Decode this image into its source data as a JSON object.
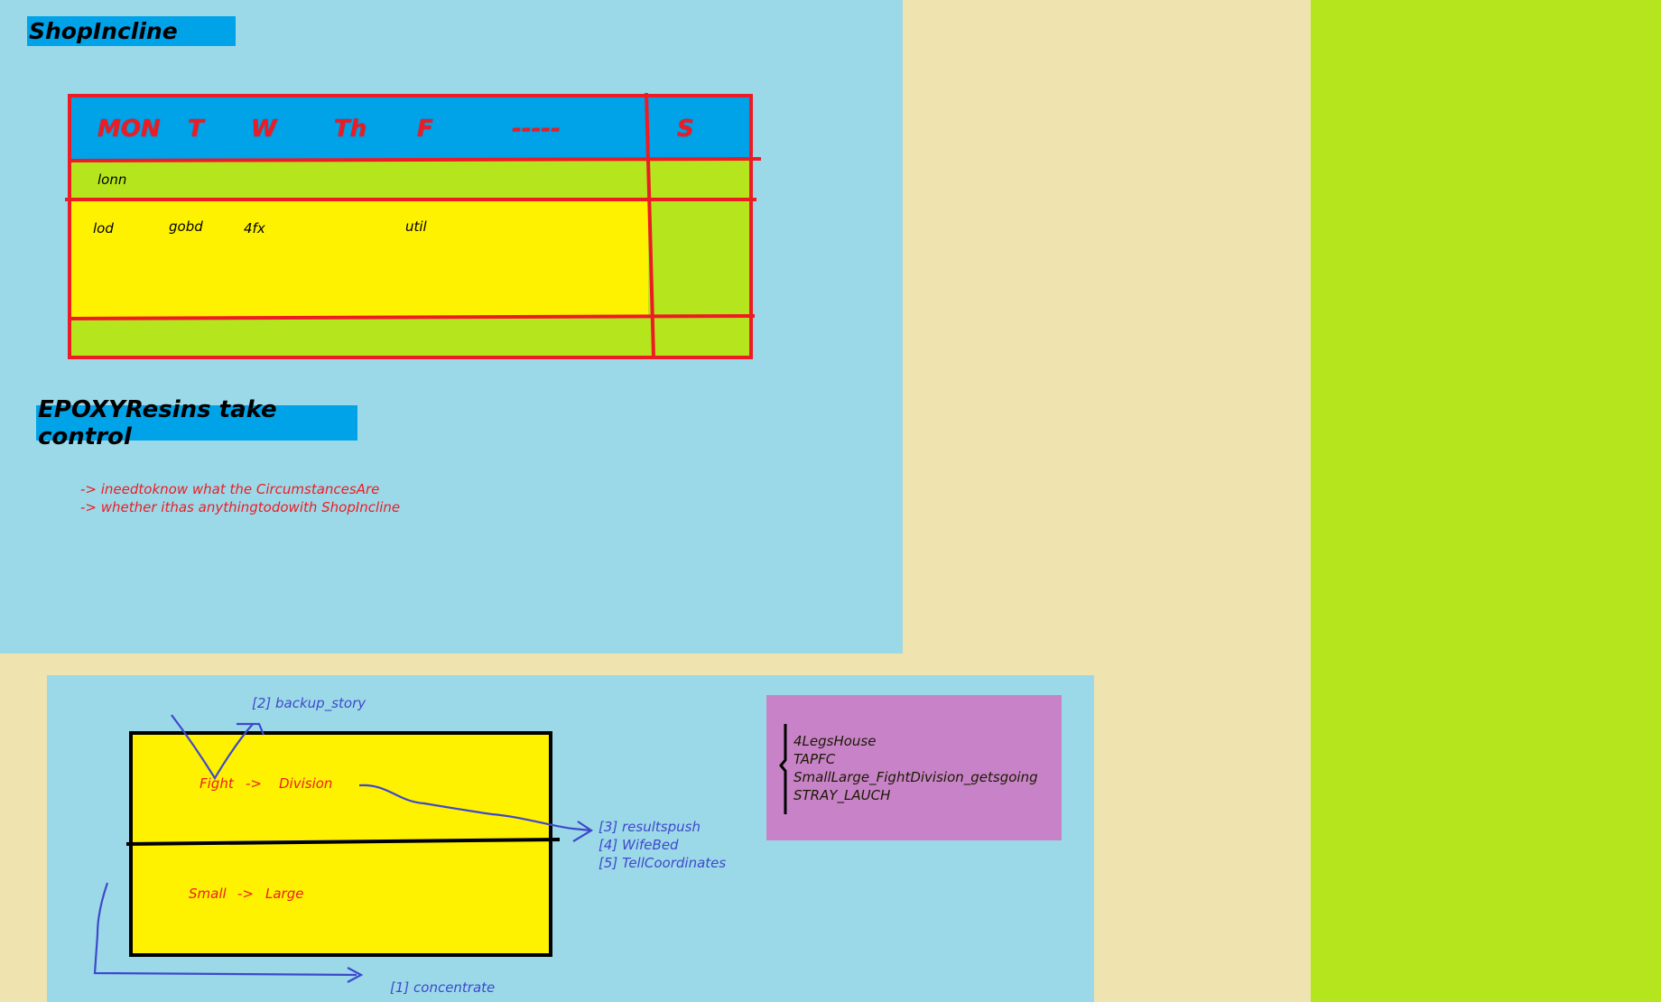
{
  "colors": {
    "background": "#efe3b0",
    "panel_blue": "#9bd9e8",
    "title_blue": "#00a2e8",
    "lime": "#b5e61d",
    "yellow": "#fff200",
    "red": "#ed1c24",
    "blue_ink": "#3f48cc",
    "pink": "#c882c8"
  },
  "section1": {
    "title": "ShopIncline",
    "schedule": {
      "days": [
        "MON",
        "T",
        "W",
        "Th",
        "F",
        "-----",
        "S"
      ],
      "row1": [
        "lonn"
      ],
      "row2": [
        "lod",
        "gobd",
        "4fx",
        "util"
      ]
    }
  },
  "section2": {
    "title": "EPOXYResins take control",
    "notes": [
      "-> ineedtoknow what the CircumstancesAre",
      "-> whether ithas anythingtodowith ShopIncline"
    ]
  },
  "diagram": {
    "top_label": "[2] backup_story",
    "fight_row": {
      "from": "Fight",
      "arrow": "->",
      "to": "Division"
    },
    "small_row": {
      "from": "Small",
      "arrow": "->",
      "to": "Large"
    },
    "right_labels": [
      "[3] resultspush",
      "[4] WifeBed",
      "[5] TellCoordinates"
    ],
    "bottom_label": "[1] concentrate"
  },
  "sidebox": {
    "items": [
      "4LegsHouse",
      "TAPFC",
      "SmallLarge_FightDivision_getsgoing",
      "STRAY_LAUCH"
    ]
  }
}
